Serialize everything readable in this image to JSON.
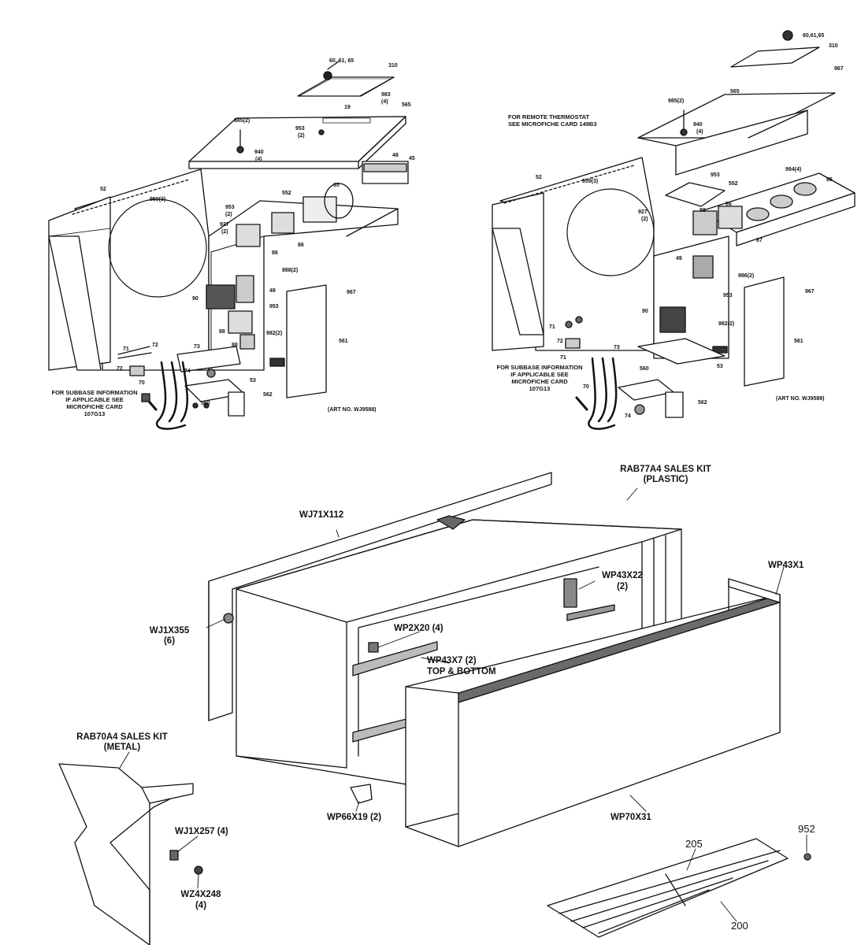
{
  "top_left": {
    "callouts": {
      "c60": "60, 61, 65",
      "c310": "310",
      "c983": "983",
      "c983q": "(4)",
      "c565": "565",
      "c985": "985(2)",
      "c953a": "953",
      "c953aq": "(2)",
      "c19": "19",
      "c940": "940",
      "c940q": "(4)",
      "c48": "48",
      "c45": "45",
      "c52": "52",
      "c959": "959(3)",
      "c552": "552",
      "c953b": "953",
      "c953bq": "(2)",
      "c35": "35",
      "c927": "927",
      "c927q": "(2)",
      "c86a": "86",
      "c86b": "86",
      "c888": "888(2)",
      "c90": "90",
      "c49": "49",
      "c967": "967",
      "c953c": "953",
      "c88a": "88",
      "c88b": "88",
      "c982": "982(2)",
      "c561": "561",
      "c71": "71",
      "c72a": "72",
      "c72b": "72",
      "c73": "73",
      "c53": "53",
      "c74": "74",
      "c70": "70",
      "c560": "560",
      "c562": "562"
    },
    "subbase_note": "FOR SUBBASE INFORMATION\nIF APPLICABLE SEE\nMICROFICHE CARD\n107G13",
    "art_no": "(ART NO. WJ9588)"
  },
  "top_right": {
    "remote_note": "FOR REMOTE THERMOSTAT\nSEE MICROFICHE CARD 149B3",
    "callouts": {
      "c60": "60,61,65",
      "c310": "310",
      "c967a": "967",
      "c565": "565",
      "c985": "985(2)",
      "c940": "940",
      "c940q": "(4)",
      "c52": "52",
      "c959": "959(3)",
      "c953a": "953",
      "c994": "994(4)",
      "c85": "85",
      "c552": "552",
      "c927": "927",
      "c927q": "(2)",
      "c86": "86",
      "c88": "88",
      "c87": "87",
      "c49": "49",
      "c986": "986(2)",
      "c967b": "967",
      "c90": "90",
      "c953b": "953",
      "c982": "982(2)",
      "c71a": "71",
      "c72": "72",
      "c71b": "71",
      "c73": "73",
      "c561": "561",
      "c53": "53",
      "c560": "560",
      "c70": "70",
      "c74": "74",
      "c562": "562"
    },
    "subbase_note": "FOR SUBBASE INFORMATION\nIF APPLICABLE SEE\nMICROFICHE CARD\n107G13",
    "art_no": "(ART NO. WJ9589)"
  },
  "bottom": {
    "kit_plastic": "RAB77A4 SALES KIT",
    "kit_plastic_sub": "(PLASTIC)",
    "wj71": "WJ71X112",
    "wj1x355": "WJ1X355",
    "wj1x355q": "(6)",
    "wp2x20": "WP2X20 (4)",
    "wp43x22": "WP43X22",
    "wp43x22q": "(2)",
    "wp43x1": "WP43X1",
    "wp43x7": "WP43X7 (2)",
    "top_bottom": "TOP & BOTTOM",
    "kit_metal": "RAB70A4 SALES KIT",
    "kit_metal_sub": "(METAL)",
    "wj1x257": "WJ1X257 (4)",
    "wz4x248": "WZ4X248",
    "wz4x248q": "(4)",
    "wp66x19": "WP66X19 (2)",
    "wp70x31": "WP70X31",
    "c952": "952",
    "c205": "205",
    "c200": "200"
  }
}
